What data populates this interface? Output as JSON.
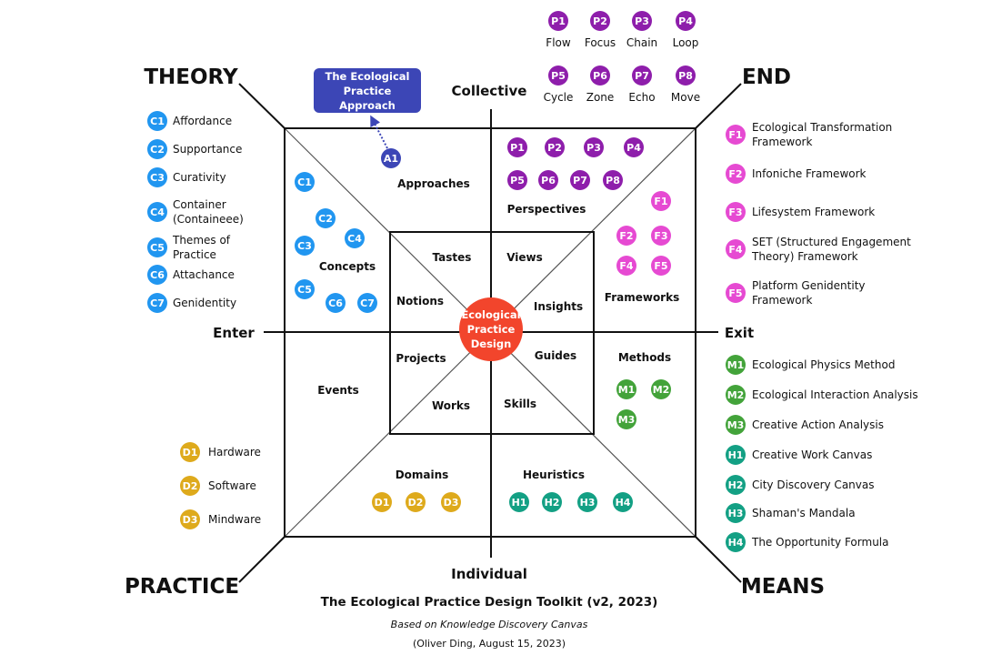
{
  "colors": {
    "concept": "#2196f0",
    "perspective": "#8e1eab",
    "framework": "#e64ad2",
    "method": "#43a33a",
    "heuristic": "#13a084",
    "domain": "#deaa1c",
    "approach": "#3c46b6",
    "center": "#f2452c"
  },
  "corners": {
    "theory": "THEORY",
    "end": "END",
    "practice": "PRACTICE",
    "means": "MEANS"
  },
  "axes": {
    "collective": "Collective",
    "individual": "Individual",
    "enter": "Enter",
    "exit": "Exit"
  },
  "approach_box": "The Ecological Practice Approach",
  "center": "Ecological Practice Design",
  "regions": {
    "approaches": "Approaches",
    "perspectives": "Perspectives",
    "concepts": "Concepts",
    "frameworks": "Frameworks",
    "methods": "Methods",
    "events": "Events",
    "domains": "Domains",
    "heuristics": "Heuristics"
  },
  "inner": {
    "tastes": "Tastes",
    "views": "Views",
    "notions": "Notions",
    "insights": "Insights",
    "projects": "Projects",
    "guides": "Guides",
    "works": "Works",
    "skills": "Skills"
  },
  "concepts": [
    {
      "id": "C1",
      "label": "Affordance"
    },
    {
      "id": "C2",
      "label": "Supportance"
    },
    {
      "id": "C3",
      "label": "Curativity"
    },
    {
      "id": "C4",
      "label": "Container (Containeee)"
    },
    {
      "id": "C5",
      "label": "Themes of Practice"
    },
    {
      "id": "C6",
      "label": "Attachance"
    },
    {
      "id": "C7",
      "label": "Genidentity"
    }
  ],
  "perspectives": [
    {
      "id": "P1",
      "label": "Flow"
    },
    {
      "id": "P2",
      "label": "Focus"
    },
    {
      "id": "P3",
      "label": "Chain"
    },
    {
      "id": "P4",
      "label": "Loop"
    },
    {
      "id": "P5",
      "label": "Cycle"
    },
    {
      "id": "P6",
      "label": "Zone"
    },
    {
      "id": "P7",
      "label": "Echo"
    },
    {
      "id": "P8",
      "label": "Move"
    }
  ],
  "frameworks": [
    {
      "id": "F1",
      "label": "Ecological Transformation Framework"
    },
    {
      "id": "F2",
      "label": "Infoniche Framework"
    },
    {
      "id": "F3",
      "label": "Lifesystem Framework"
    },
    {
      "id": "F4",
      "label": "SET (Structured Engagement Theory) Framework"
    },
    {
      "id": "F5",
      "label": "Platform Genidentity Framework"
    }
  ],
  "methods": [
    {
      "id": "M1",
      "label": "Ecological Physics Method"
    },
    {
      "id": "M2",
      "label": "Ecological Interaction Analysis"
    },
    {
      "id": "M3",
      "label": "Creative Action Analysis"
    }
  ],
  "heuristics": [
    {
      "id": "H1",
      "label": "Creative Work Canvas"
    },
    {
      "id": "H2",
      "label": "City Discovery Canvas"
    },
    {
      "id": "H3",
      "label": "Shaman's Mandala"
    },
    {
      "id": "H4",
      "label": "The Opportunity Formula"
    }
  ],
  "domains": [
    {
      "id": "D1",
      "label": "Hardware"
    },
    {
      "id": "D2",
      "label": "Software"
    },
    {
      "id": "D3",
      "label": "Mindware"
    }
  ],
  "approaches": [
    {
      "id": "A1"
    }
  ],
  "footer": {
    "title": "The Ecological Practice Design Toolkit (v2, 2023)",
    "subtitle": "Based on Knowledge Discovery Canvas",
    "author": "(Oliver Ding, August 15, 2023)"
  }
}
